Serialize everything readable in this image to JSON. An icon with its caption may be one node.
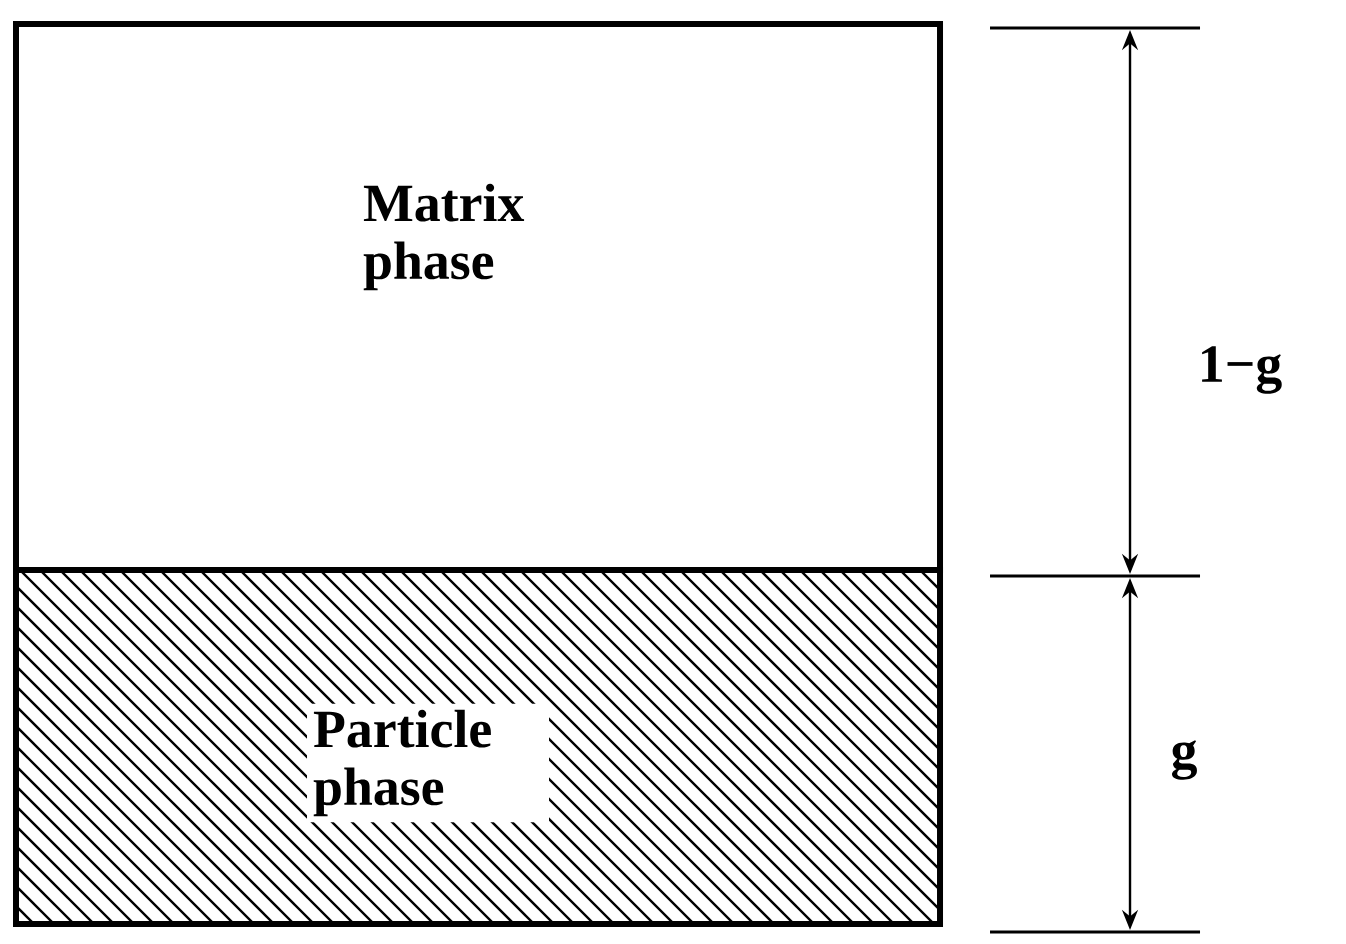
{
  "diagram": {
    "nodes": [
      {
        "text": [
          "Matrix phase"
        ]
      },
      {
        "text": [
          "Particle phase"
        ]
      }
    ],
    "labels": [
      "1−g",
      "g"
    ]
  }
}
